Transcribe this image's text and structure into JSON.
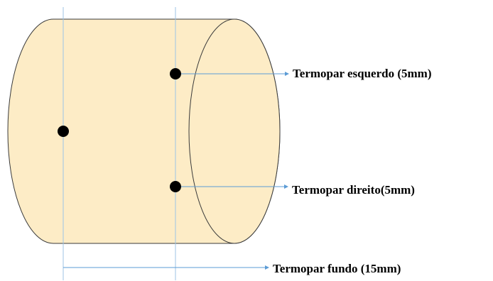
{
  "colors": {
    "cylinder_fill": "#fdecc6",
    "cylinder_stroke": "#3a3a3a",
    "guide_line": "#9cc3e6",
    "arrow_line": "#5b9bd5",
    "dot": "#000000",
    "label_text": "#000000"
  },
  "labels": {
    "left_thermocouple": "Termopar esquerdo (5mm)",
    "right_thermocouple": "Termopar direito(5mm)",
    "bottom_thermocouple": "Termopar fundo (15mm)"
  }
}
